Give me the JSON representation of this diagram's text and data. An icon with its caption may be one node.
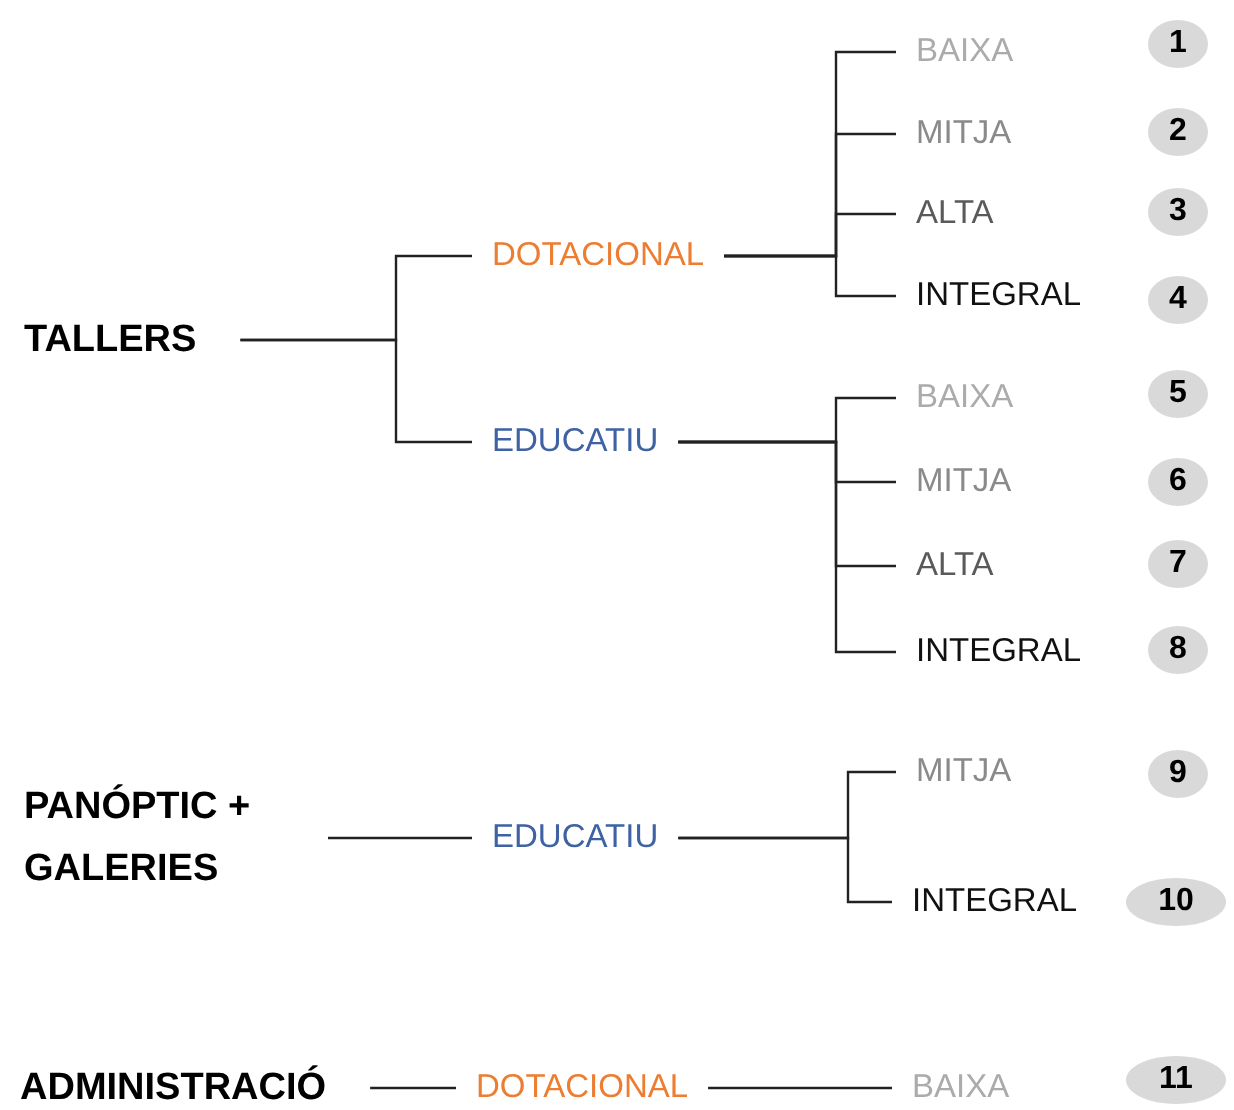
{
  "diagram": {
    "nodes": [
      {
        "text": [
          "TALLERS"
        ]
      },
      {
        "text": [
          "DOTACIONAL"
        ]
      },
      {
        "text": [
          "BAIXA"
        ]
      },
      {
        "text": [
          "1"
        ]
      },
      {
        "text": [
          "MITJA"
        ]
      },
      {
        "text": [
          "2"
        ]
      },
      {
        "text": [
          "ALTA"
        ]
      },
      {
        "text": [
          "3"
        ]
      },
      {
        "text": [
          "INTEGRAL"
        ]
      },
      {
        "text": [
          "4"
        ]
      },
      {
        "text": [
          "EDUCATIU"
        ]
      },
      {
        "text": [
          "BAIXA"
        ]
      },
      {
        "text": [
          "5"
        ]
      },
      {
        "text": [
          "MITJA"
        ]
      },
      {
        "text": [
          "6"
        ]
      },
      {
        "text": [
          "ALTA"
        ]
      },
      {
        "text": [
          "7"
        ]
      },
      {
        "text": [
          "INTEGRAL"
        ]
      },
      {
        "text": [
          "8"
        ]
      },
      {
        "text": [
          "PANÓPTIC + GALERIES"
        ]
      },
      {
        "text": [
          "EDUCATIU"
        ]
      },
      {
        "text": [
          "MITJA"
        ]
      },
      {
        "text": [
          "9"
        ]
      },
      {
        "text": [
          "INTEGRAL"
        ]
      },
      {
        "text": [
          "10"
        ]
      },
      {
        "text": [
          "ADMINISTRACIÓ"
        ]
      },
      {
        "text": [
          "DOTACIONAL"
        ]
      },
      {
        "text": [
          "BAIXA"
        ]
      },
      {
        "text": [
          "11"
        ]
      }
    ],
    "edges": [
      {
        "from": 0,
        "to": 1,
        "arrow": "none"
      },
      {
        "from": 0,
        "to": 10,
        "arrow": "none"
      },
      {
        "from": 1,
        "to": 2,
        "arrow": "none"
      },
      {
        "from": 1,
        "to": 4,
        "arrow": "none"
      },
      {
        "from": 1,
        "to": 6,
        "arrow": "none"
      },
      {
        "from": 1,
        "to": 8,
        "arrow": "none"
      },
      {
        "from": 10,
        "to": 11,
        "arrow": "none"
      },
      {
        "from": 10,
        "to": 13,
        "arrow": "none"
      },
      {
        "from": 10,
        "to": 15,
        "arrow": "none"
      },
      {
        "from": 10,
        "to": 17,
        "arrow": "none"
      },
      {
        "from": 19,
        "to": 20,
        "arrow": "none"
      },
      {
        "from": 20,
        "to": 21,
        "arrow": "none"
      },
      {
        "from": 20,
        "to": 23,
        "arrow": "none"
      },
      {
        "from": 25,
        "to": 26,
        "arrow": "none"
      },
      {
        "from": 26,
        "to": 27,
        "arrow": "none"
      }
    ]
  }
}
